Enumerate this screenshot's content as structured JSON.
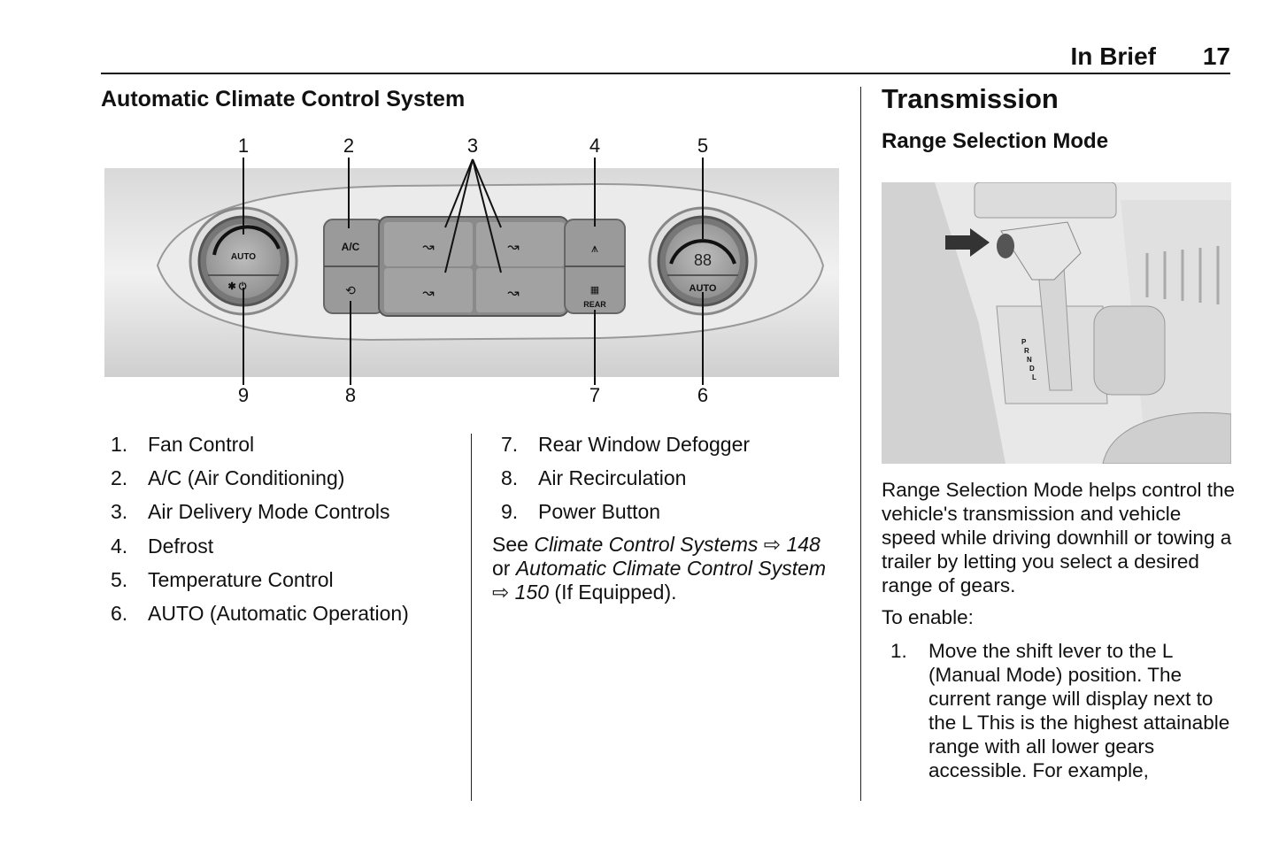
{
  "header": {
    "section": "In Brief",
    "page": "17"
  },
  "left": {
    "title": "Automatic Climate Control System",
    "figure": {
      "callouts_top": [
        "1",
        "2",
        "3",
        "4",
        "5"
      ],
      "callouts_bottom": [
        "9",
        "8",
        "7",
        "6"
      ],
      "labels": {
        "fan_auto": "AUTO",
        "ac": "A/C",
        "temp_display": "88",
        "auto": "AUTO",
        "rear": "REAR"
      }
    },
    "items_col1": [
      {
        "num": "1.",
        "text": "Fan Control"
      },
      {
        "num": "2.",
        "text": "A/C (Air Conditioning)"
      },
      {
        "num": "3.",
        "text": "Air Delivery Mode Controls"
      },
      {
        "num": "4.",
        "text": "Defrost"
      },
      {
        "num": "5.",
        "text": "Temperature Control"
      },
      {
        "num": "6.",
        "text": "AUTO (Automatic Operation)"
      }
    ],
    "items_col2": [
      {
        "num": "7.",
        "text": "Rear Window Defogger"
      },
      {
        "num": "8.",
        "text": "Air Recirculation"
      },
      {
        "num": "9.",
        "text": "Power Button"
      }
    ],
    "see": {
      "prefix": "See ",
      "ref1": "Climate Control Systems",
      "arrow": "⇨",
      "page1": "148",
      "mid": "or ",
      "ref2": "Automatic Climate Control System",
      "page2": "150",
      "suffix": " (If Equipped)."
    }
  },
  "right": {
    "title": "Transmission",
    "subtitle": "Range Selection Mode",
    "figure": {
      "gear_letters": [
        "P",
        "R",
        "N",
        "D",
        "L"
      ]
    },
    "para1": "Range Selection Mode helps control the vehicle's transmission and vehicle speed while driving downhill or towing a trailer by letting you select a desired range of gears.",
    "para2": "To enable:",
    "steps": [
      {
        "num": "1.",
        "text": "Move the shift lever to the L (Manual Mode) position. The current range will display next to the L This is the highest attainable range with all lower gears accessible. For example,"
      }
    ]
  }
}
